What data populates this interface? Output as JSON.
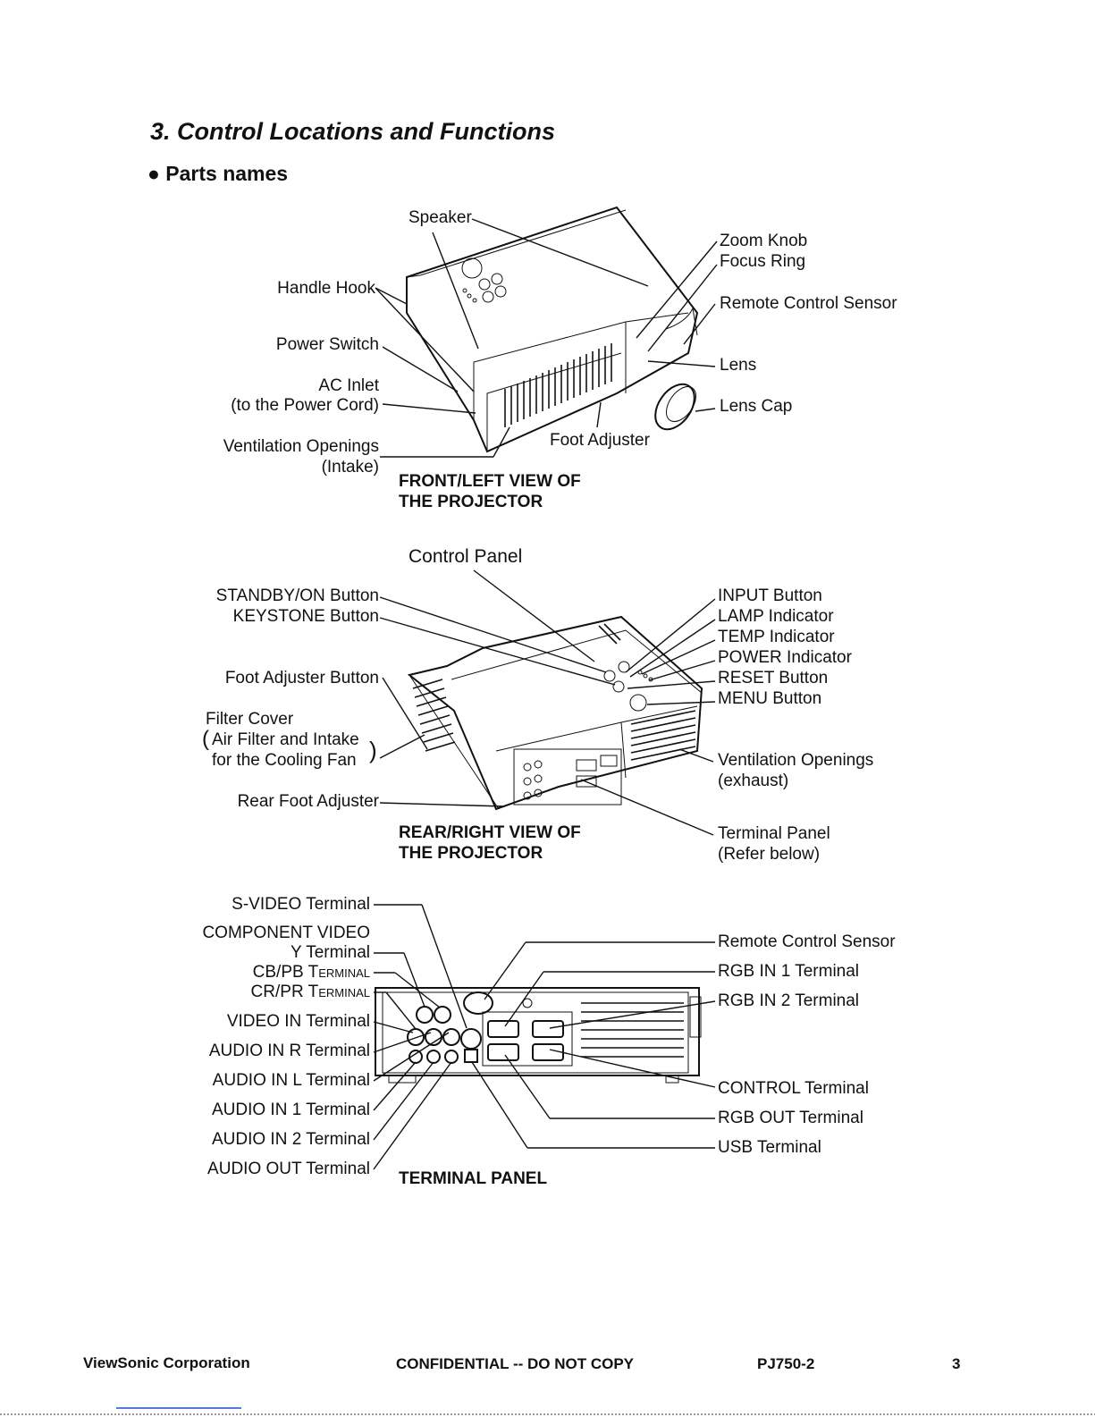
{
  "heading": {
    "title": "3. Control Locations and Functions",
    "subtitle": "Parts names"
  },
  "front_view": {
    "caption1": "FRONT/LEFT VIEW OF",
    "caption2": "THE PROJECTOR",
    "speaker": "Speaker",
    "handle_hook": "Handle Hook",
    "power_switch": "Power Switch",
    "ac_inlet": "AC Inlet",
    "ac_inlet_note": "(to the Power Cord)",
    "vent": "Ventilation Openings",
    "vent_note": "(Intake)",
    "foot_adjuster": "Foot Adjuster",
    "zoom_knob": "Zoom Knob",
    "focus_ring": "Focus Ring",
    "remote_sensor": "Remote Control Sensor",
    "lens": "Lens",
    "lens_cap": "Lens Cap"
  },
  "rear_view": {
    "caption1": "REAR/RIGHT VIEW OF",
    "caption2": "THE PROJECTOR",
    "control_panel": "Control Panel",
    "standby": "STANDBY/ON Button",
    "keystone": "KEYSTONE Button",
    "foot_adj_button": "Foot Adjuster Button",
    "filter_cover": "Filter Cover",
    "air_filter": "Air Filter and Intake",
    "cooling_fan": "for the Cooling Fan",
    "rear_foot": "Rear Foot Adjuster",
    "input": "INPUT Button",
    "lamp": "LAMP Indicator",
    "temp": "TEMP Indicator",
    "power": "POWER Indicator",
    "reset": "RESET Button",
    "menu": "MENU Button",
    "vent_exhaust": "Ventilation Openings",
    "vent_exhaust_note": "(exhaust)",
    "terminal_panel": "Terminal Panel",
    "terminal_panel_note": "(Refer below)"
  },
  "terminal_panel": {
    "caption": "TERMINAL PANEL",
    "svideo": "S-VIDEO Terminal",
    "component": "COMPONENT VIDEO",
    "y": "Y Terminal",
    "cb_pb": "CB/PB Terminal",
    "cr_pr": "CR/PR Terminal",
    "video_in": "VIDEO IN Terminal",
    "audio_r": "AUDIO IN R Terminal",
    "audio_l": "AUDIO IN L Terminal",
    "audio_1": "AUDIO IN 1 Terminal",
    "audio_2": "AUDIO IN 2 Terminal",
    "audio_out": "AUDIO OUT Terminal",
    "remote_sensor": "Remote Control Sensor",
    "rgb_in1": "RGB IN 1 Terminal",
    "rgb_in2": "RGB IN 2 Terminal",
    "control": "CONTROL Terminal",
    "rgb_out": "RGB OUT Terminal",
    "usb": "USB Terminal"
  },
  "footer": {
    "company": "ViewSonic Corporation",
    "confidential": "CONFIDENTIAL -- DO NOT COPY",
    "model": "PJ750-2",
    "page": "3"
  }
}
